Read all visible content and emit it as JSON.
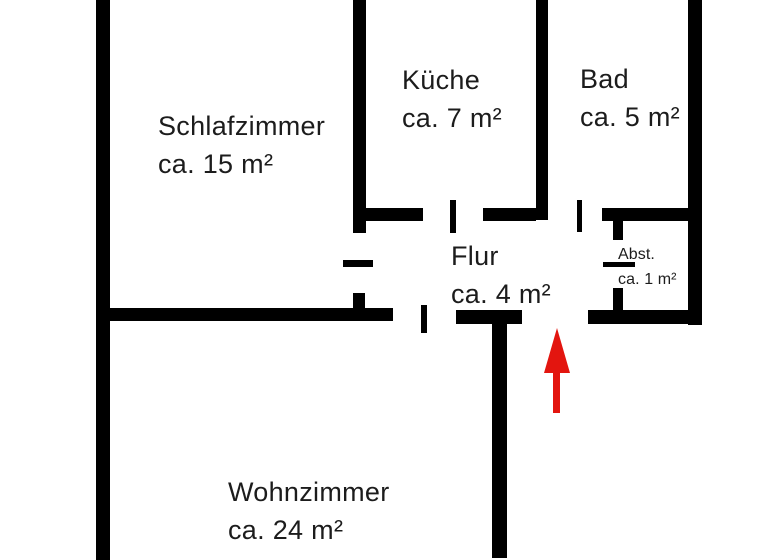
{
  "plan": {
    "type": "apartment-floor-plan",
    "wall_color": "#000000",
    "background_color": "#ffffff",
    "text_color": "#1c1c1c",
    "entrance_arrow_color": "#e3150f"
  },
  "rooms": [
    {
      "id": "schlafzimmer",
      "name": "Schlafzimmer",
      "area": "ca. 15 m²"
    },
    {
      "id": "kueche",
      "name": "Küche",
      "area": "ca. 7 m²"
    },
    {
      "id": "bad",
      "name": "Bad",
      "area": "ca. 5 m²"
    },
    {
      "id": "flur",
      "name": "Flur",
      "area": "ca. 4 m²"
    },
    {
      "id": "abstellraum",
      "name": "Abst.",
      "area": "ca. 1 m²"
    },
    {
      "id": "wohnzimmer",
      "name": "Wohnzimmer",
      "area": "ca. 24 m²"
    }
  ]
}
